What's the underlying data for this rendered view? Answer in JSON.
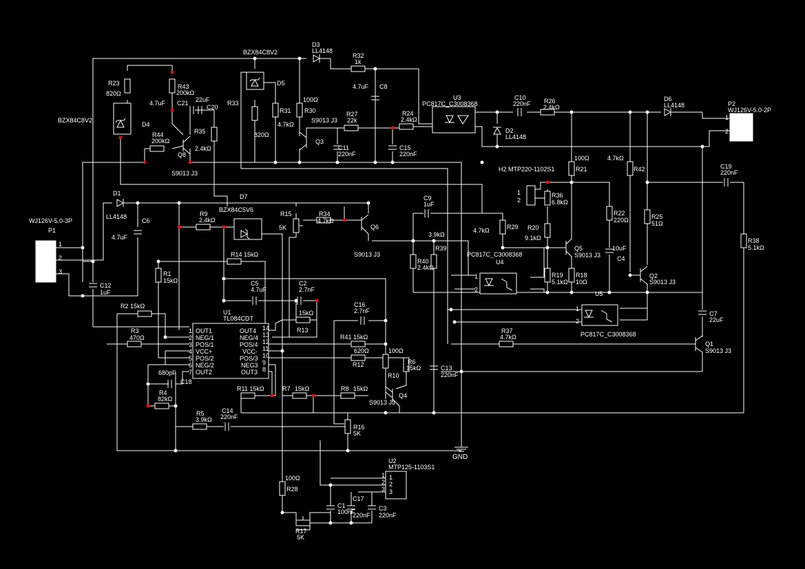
{
  "labels": {
    "d3_ref": "D3",
    "d3_part": "LL4148",
    "zener_top": "BZX84C8V2",
    "r32_ref": "R32",
    "r32_val": "1k",
    "r23_ref": "R23",
    "r23_val": "820Ω",
    "r43_ref": "R43",
    "r43_val": "200kΩ",
    "c21_val": "4.7uF",
    "c21_ref": "C21",
    "c20_val": "22uF",
    "c20_ref": "C20",
    "d4_part": "BZX84C8V2",
    "d4_ref": "D4",
    "r35_ref": "R35",
    "r35_val": "2.4kΩ",
    "r44_ref": "R44",
    "r44_val": "200kΩ",
    "q8_ref": "Q8",
    "q8_part": "S9013 J3",
    "d5_ref": "D5",
    "r33_ref": "R33",
    "r33_val": "820Ω",
    "r31_ref": "R31",
    "r31_val": "4.7kΩ",
    "r30_ref": "R30",
    "r30_val": "100Ω",
    "c8_val": "4.7uF",
    "c8_ref": "C8",
    "r27_ref": "R27",
    "r27_val": "22k",
    "q3_part": "S9013 J3",
    "q3_ref": "Q3",
    "c11_ref": "C11",
    "c11_val": "220nF",
    "r24_ref": "R24",
    "r24_val": "2.4kΩ",
    "c15_ref": "C15",
    "c15_val": "220nF",
    "u3_part": "PC817C_C3008368",
    "u3_ref": "U3",
    "c10_ref": "C10",
    "c10_val": "220nF",
    "r26_ref": "R26",
    "r26_val": "2.4kΩ",
    "d2_ref": "D2",
    "d2_part": "LL4148",
    "d6_ref": "D6",
    "d6_part": "LL4148",
    "p2_ref": "P2",
    "p2_part": "WJ126V-5.0-2P",
    "h2_label": "H2 MTP220-1102S1",
    "r21_val": "100Ω",
    "r21_ref": "R21",
    "r42_val": "4.7kΩ",
    "r42_ref": "R42",
    "c19_ref": "C19",
    "c19_val": "220nF",
    "r36_ref": "R36",
    "r36_val": "6.8kΩ",
    "r22_ref": "R22",
    "r22_val": "220Ω",
    "r25_ref": "R25",
    "r25_val": "51Ω",
    "r38_ref": "R38",
    "r38_val": "5.1kΩ",
    "r29_val": "4.7kΩ",
    "r29_ref": "R29",
    "r20_ref": "R20",
    "r20_val": "9.1kΩ",
    "q5_ref": "Q5",
    "q5_part": "S9013 J3",
    "c4_val": "10uF",
    "c4_ref": "C4",
    "r19_ref": "R19",
    "r19_val": "5.1kΩ",
    "r18_ref": "R18",
    "r18_val": "10Ω",
    "q2_ref": "Q2",
    "q2_part": "S9013 J3",
    "u4_part": "PC817C_C3008368",
    "u4_ref": "U4",
    "u5_ref": "U5",
    "u5_part": "PC817C_C3008368",
    "c7_ref": "C7",
    "c7_val": "22uF",
    "r37_ref": "R37",
    "r37_val": "4.7kΩ",
    "q1_ref": "Q1",
    "q1_part": "S9013 J3",
    "p1_part": "WJ126V-5.0-3P",
    "p1_ref": "P1",
    "d1_ref": "D1",
    "d1_part": "LL4148",
    "c6_ref": "C6",
    "c6_val": "4.7uF",
    "c12_ref": "C12",
    "c12_val": "1uF",
    "d7_ref": "D7",
    "d7_part": "BZX84C5V6",
    "r9_ref": "R9",
    "r9_val": "2.4kΩ",
    "r15_ref": "R15",
    "r15_val": "5K",
    "r34_ref": "R34",
    "r34_val": "4.7kΩ",
    "q6_ref": "Q6",
    "q6_part": "S9013 J3",
    "c9_ref": "C9",
    "c9_val": "1uF",
    "r39_val": "3.9kΩ",
    "r39_ref": "R39",
    "r40_ref": "R40",
    "r40_val": "2.4kΩ",
    "r14_label": "R14 15kΩ",
    "r1_ref": "R1",
    "r1_val": "15kΩ",
    "c5_ref": "C5",
    "c5_val": "4.7uF",
    "c2_ref": "C2",
    "c2_val": "2.7nF",
    "r2_label": "R2 15kΩ",
    "u1_ref": "U1",
    "u1_part": "TL084CDT",
    "r13_val": "15kΩ",
    "r13_ref": "R13",
    "c16_ref": "C16",
    "c16_val": "2.7nF",
    "r3_ref": "R3",
    "r3_val": "470Ω",
    "r41_label": "R41 15kΩ",
    "r12_val": "620Ω",
    "r12_ref": "R12",
    "r6_ref": "R6",
    "r6_val": "15kΩ",
    "r10_val": "100Ω",
    "r10_ref": "R10",
    "c13_ref": "C13",
    "c13_val": "220nF",
    "c18_val": "680pF",
    "c18_ref": "C18",
    "r4_ref": "R4",
    "r4_val": "82kΩ",
    "r11_label": "R11 15kΩ",
    "r7_ref": "R7",
    "r7_val": "15kΩ",
    "r8_ref": "R8",
    "r8_val": "15kΩ",
    "q4_ref": "Q4",
    "q4_part": "S9013 J3",
    "r5_ref": "R5",
    "r5_val": "3.9kΩ",
    "c14_ref": "C14",
    "c14_val": "220nF",
    "r16_ref": "R16",
    "r16_val": "5K",
    "gnd": "GND",
    "u2_ref": "U2",
    "u2_part": "MTP125-1103S1",
    "r28_val": "100Ω",
    "r28_ref": "R28",
    "c1_ref": "C1",
    "c1_val": "100nF",
    "c17_ref": "C17",
    "c17_val": "220nF",
    "c3_ref": "C3",
    "c3_val": "220nF",
    "r17_ref": "R17",
    "r17_val": "5K"
  },
  "u1_pins_left": [
    "OUT1",
    "NEG/1",
    "POS/1",
    "VCC+",
    "POS/2",
    "NEG/2",
    "OUT2"
  ],
  "u1_nums_left": [
    "1",
    "2",
    "3",
    "4",
    "5",
    "6",
    "7"
  ],
  "u1_pins_right": [
    "OUT4",
    "NEG/4",
    "POS/4",
    "VCC-",
    "POS/3",
    "NEG3",
    "OUT3"
  ],
  "u1_nums_right": [
    "14",
    "13",
    "12",
    "11",
    "10",
    "9",
    "8"
  ],
  "p1_pins": [
    "1",
    "2",
    "3"
  ],
  "p2_pins": [
    "1",
    "2"
  ],
  "h2_pins": [
    "1",
    "2"
  ],
  "u2_pins": [
    "1",
    "2",
    "3"
  ],
  "colors": {
    "background": "#000000",
    "wire": "#ffffff",
    "junction": "#e01010"
  }
}
